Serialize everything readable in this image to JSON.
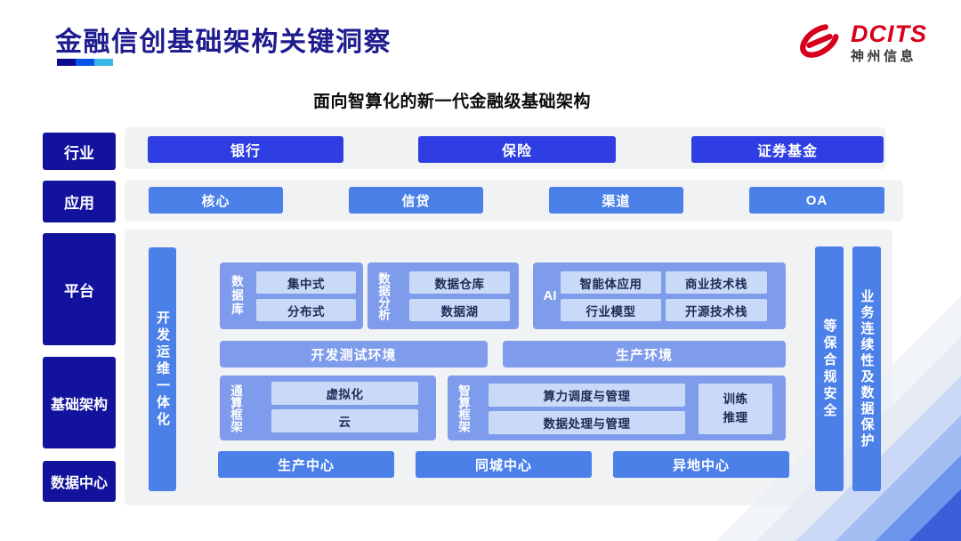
{
  "colors": {
    "title_navy": "#1e1b8e",
    "brand_red": "#d6001c",
    "sidebar_navy": "#12129c",
    "industry_blue": "#2e3ee2",
    "solid_blue": "#4b80e9",
    "container_blue": "#7e9ceb",
    "light_box_blue": "#c9daf8",
    "light_box_text": "#1f2a55",
    "band_gray": "#f1f2f4",
    "underline_segments": [
      "#0a0a8c",
      "#0b52e8",
      "#38b6ea"
    ]
  },
  "header": {
    "title": "金融信创基础架构关键洞察",
    "logo_brand": "DCITS",
    "logo_company": "神州信息"
  },
  "diagram": {
    "subtitle": "面向智算化的新一代金融级基础架构",
    "side_labels": [
      "行业",
      "应用",
      "平台",
      "基础架构",
      "数据中心"
    ],
    "industry": [
      "银行",
      "保险",
      "证券基金"
    ],
    "application": [
      "核心",
      "信贷",
      "渠道",
      "OA"
    ],
    "devops_bar": "开发运维一体化",
    "database_group": {
      "label": "数据库",
      "items": [
        "集中式",
        "分布式"
      ]
    },
    "analytics_group": {
      "label": "数据分析",
      "items": [
        "数据仓库",
        "数据湖"
      ]
    },
    "ai_group": {
      "label": "AI",
      "items": [
        "智能体应用",
        "商业技术栈",
        "行业模型",
        "开源技术栈"
      ]
    },
    "env_bars": [
      "开发测试环境",
      "生产环境"
    ],
    "general_compute_group": {
      "label": "通算框架",
      "items": [
        "虚拟化",
        "云"
      ]
    },
    "smart_compute_group": {
      "label": "智算框架",
      "items": [
        "算力调度与管理",
        "数据处理与管理"
      ],
      "side_box": "训练推理"
    },
    "centers": [
      "生产中心",
      "同城中心",
      "异地中心"
    ],
    "security_bars": [
      "等保合规安全",
      "业务连续性及数据保护"
    ]
  }
}
